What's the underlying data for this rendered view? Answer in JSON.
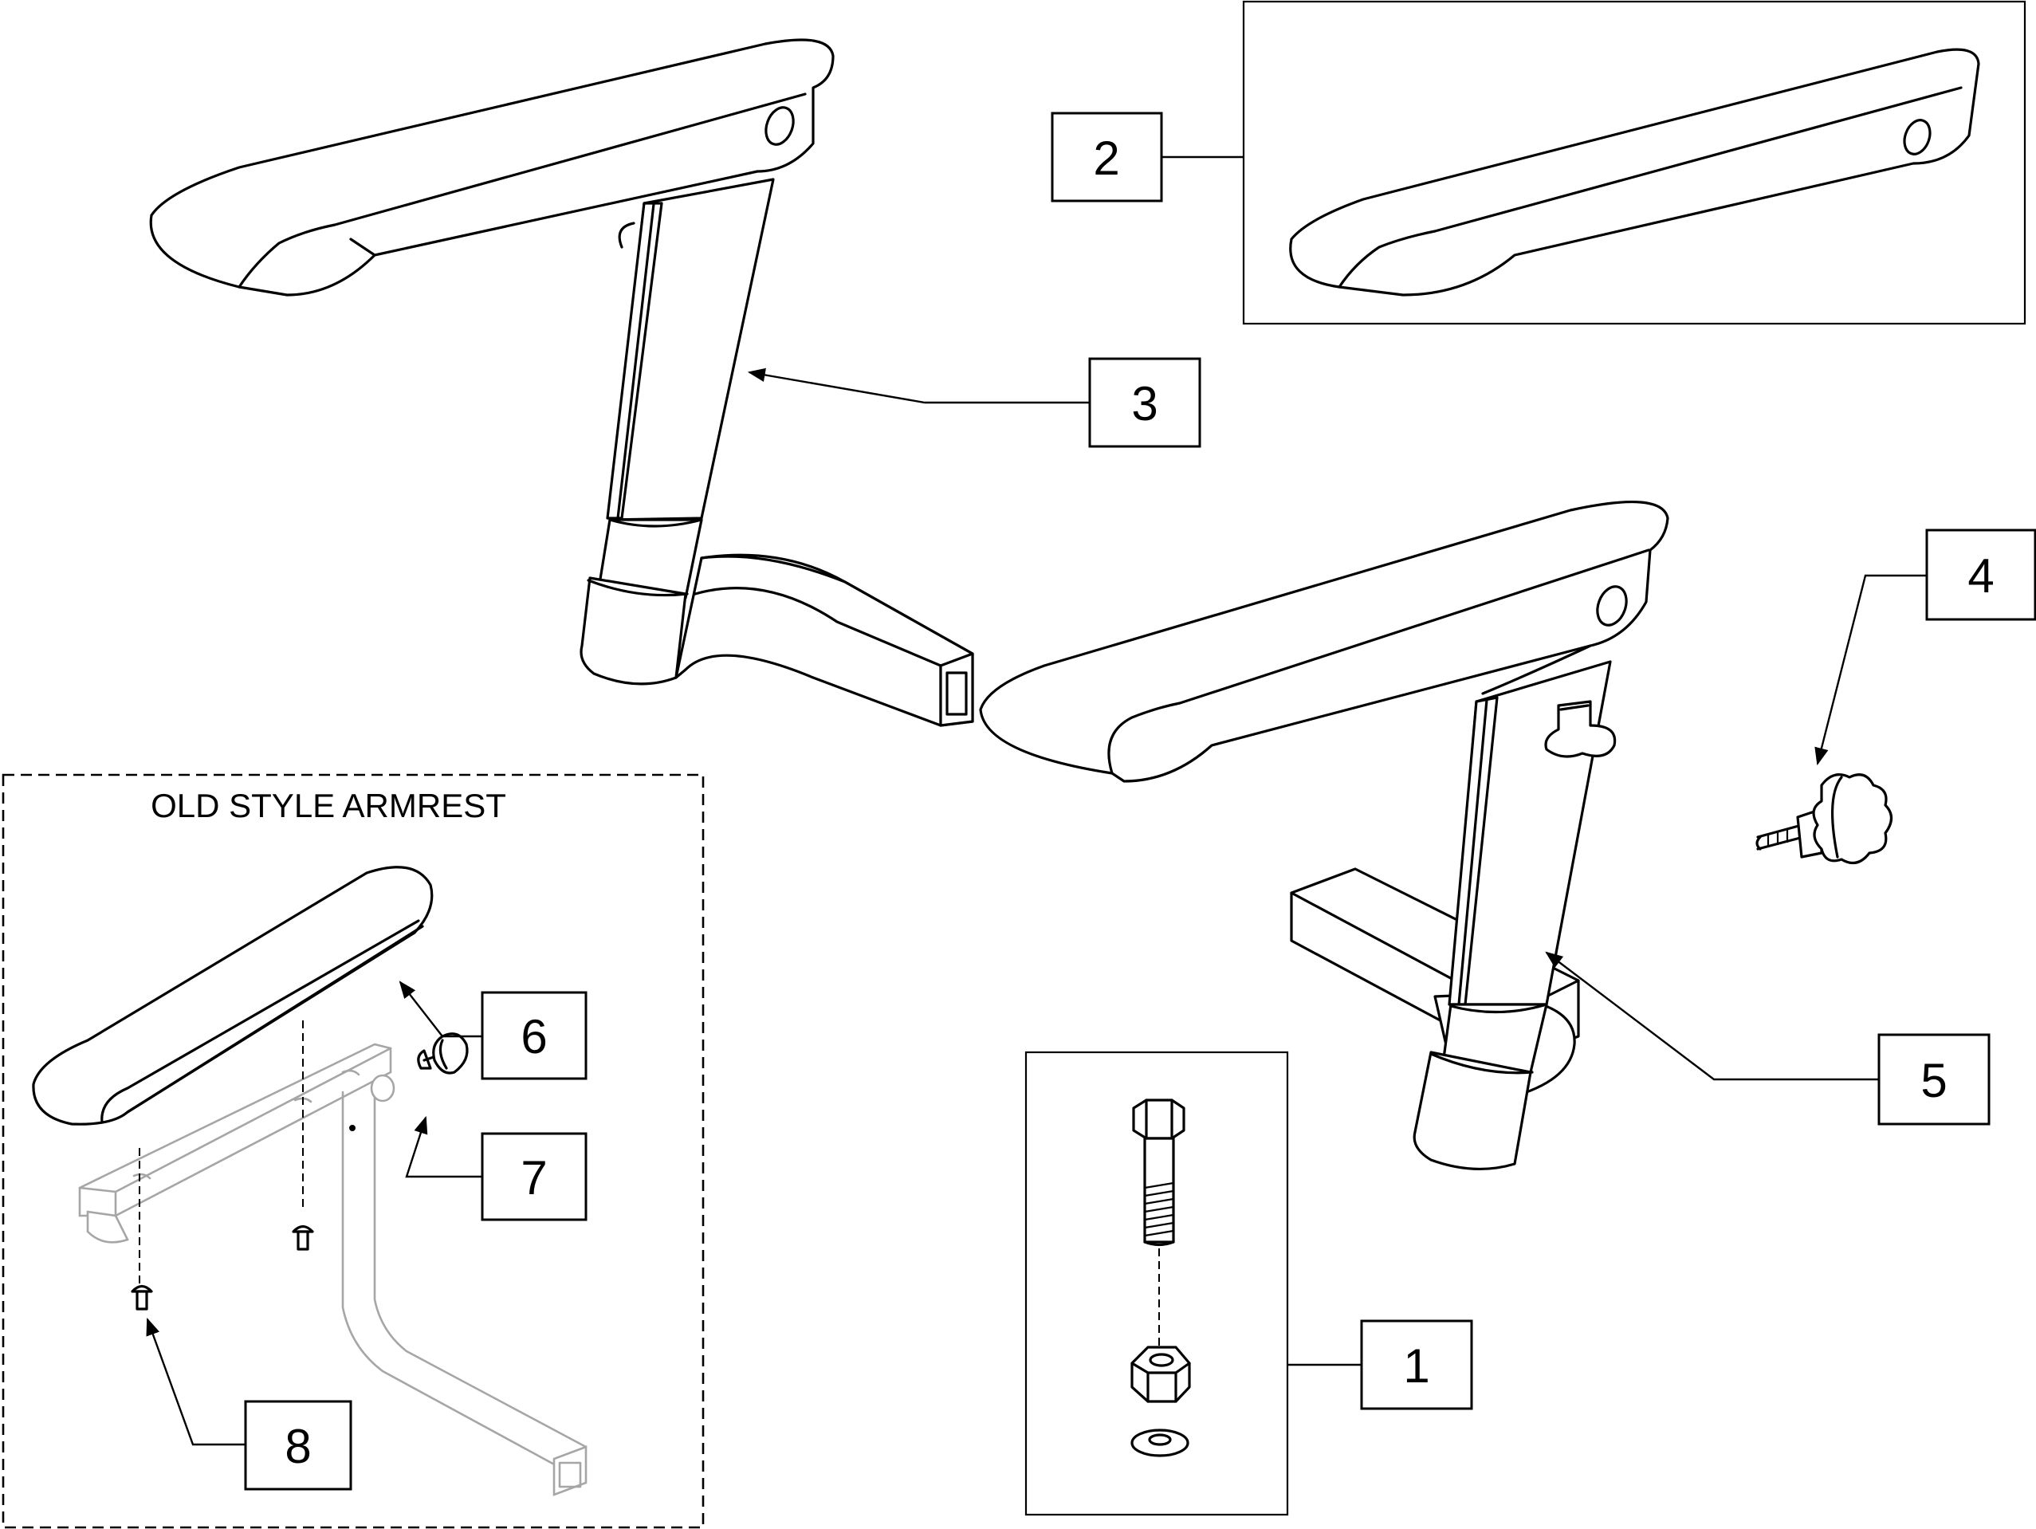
{
  "callouts": {
    "c1": "1",
    "c2": "2",
    "c3": "3",
    "c4": "4",
    "c5": "5",
    "c6": "6",
    "c7": "7",
    "c8": "8"
  },
  "old_style": {
    "title": "OLD STYLE ARMREST"
  }
}
